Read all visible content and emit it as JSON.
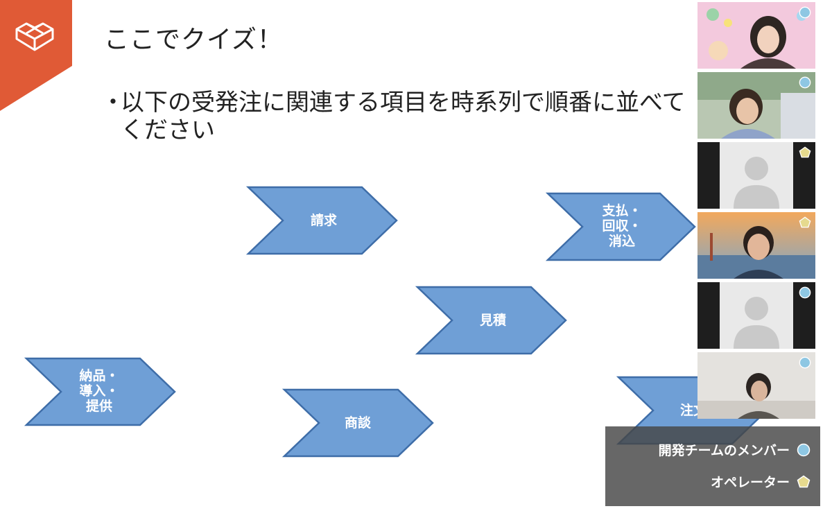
{
  "slide": {
    "title": "ここでクイズ！",
    "bullet_dot": "・",
    "bullet_text": "以下の受発注に関連する項目を時系列で順番に並べてください"
  },
  "chevrons": [
    {
      "id": "seikyu",
      "label": "請求"
    },
    {
      "id": "shiharai",
      "label": "支払・\n回収・\n消込"
    },
    {
      "id": "mitsumori",
      "label": "見積"
    },
    {
      "id": "nohin",
      "label": "納品・\n導入・\n提供"
    },
    {
      "id": "shodan",
      "label": "商談"
    },
    {
      "id": "chumon",
      "label": "注文"
    }
  ],
  "participants": [
    {
      "role": "developer",
      "kind": "video"
    },
    {
      "role": "developer",
      "kind": "video"
    },
    {
      "role": "operator",
      "kind": "avatar"
    },
    {
      "role": "operator",
      "kind": "video"
    },
    {
      "role": "developer",
      "kind": "avatar"
    },
    {
      "role": "developer",
      "kind": "video"
    }
  ],
  "legend": {
    "developer_label": "開発チームのメンバー",
    "operator_label": "オペレーター"
  },
  "colors": {
    "brand": "#E05A36",
    "chevron_fill": "#6F9FD6",
    "chevron_stroke": "#3E6DA8",
    "developer_marker": "#8EC7E3",
    "operator_marker": "#E6DA8E"
  }
}
